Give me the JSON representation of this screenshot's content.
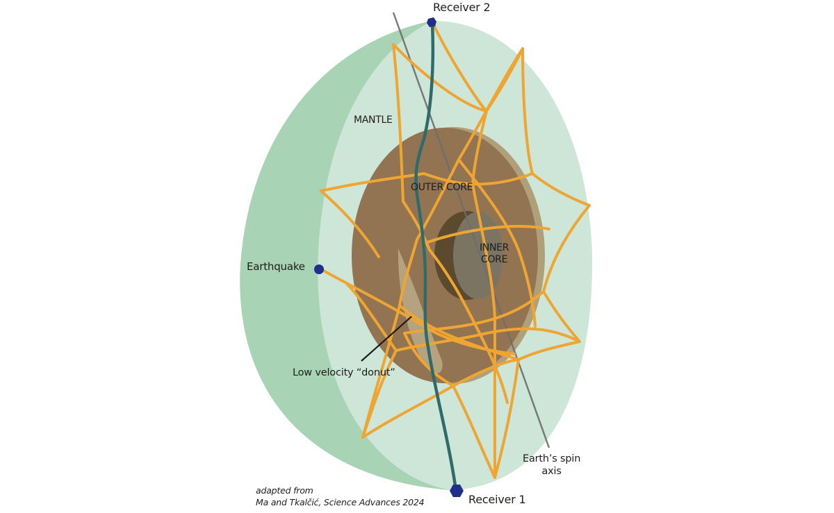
{
  "diagram": {
    "title": "Earth interior cross-section showing seismic ray paths through the inner core",
    "colors": {
      "background": "#ffffff",
      "mantle_outer_shell": "#a8d3b4",
      "mantle_cut_face": "#cde6d8",
      "outer_core": "#927453",
      "outer_core_rim_highlight": "#b0a07a",
      "low_velocity_donut": "#b5a37f",
      "inner_core_shadow": "#5c4a2e",
      "inner_core_face": "#7b7463",
      "ray_paths_reverberating": "#eea532",
      "ray_path_direct": "#2f6b6a",
      "spin_axis": "#6e6e6e",
      "station_markers": "#1f2f8a",
      "leader_line": "#1d1d1b"
    },
    "labels": {
      "receiver_2": "Receiver 2",
      "receiver_1": "Receiver 1",
      "mantle": "MANTLE",
      "outer_core": "OUTER CORE",
      "inner_core_line1": "INNER",
      "inner_core_line2": "CORE",
      "earthquake": "Earthquake",
      "low_velocity_donut": "Low velocity “donut”",
      "spin_axis_line1": "Earth’s spin",
      "spin_axis_line2": "axis",
      "credit_line1": "adapted from",
      "credit_line2": "Ma and Tkalčić, Science Advances 2024"
    },
    "nodes": [
      {
        "id": "earthquake",
        "label": "Earthquake",
        "shape": "circle"
      },
      {
        "id": "receiver_2",
        "label": "Receiver 2",
        "shape": "hexagon"
      },
      {
        "id": "receiver_1",
        "label": "Receiver 1",
        "shape": "hexagon"
      },
      {
        "id": "mantle",
        "label": "MANTLE"
      },
      {
        "id": "outer_core",
        "label": "OUTER CORE"
      },
      {
        "id": "inner_core",
        "label": "INNER CORE"
      },
      {
        "id": "low_velocity_donut",
        "label": "Low velocity “donut”"
      },
      {
        "id": "spin_axis",
        "label": "Earth’s spin axis"
      }
    ],
    "edges": [
      {
        "from": "earthquake",
        "to": "receiver_1",
        "type": "reverberating ray path (orange, multiple bounces)"
      },
      {
        "from": "receiver_2",
        "to": "receiver_1",
        "type": "direct ray path (teal)"
      }
    ]
  }
}
